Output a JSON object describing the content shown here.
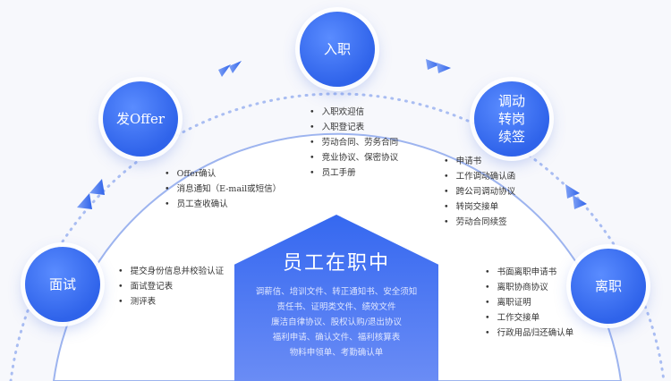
{
  "center": {
    "title": "员工在职中",
    "lines": [
      "调薪信、培训文件、转正通知书、安全须知",
      "责任书、证明类文件、绩效文件",
      "廉洁自律协议、股权认购/退出协议",
      "福利申请、确认文件、福利核算表",
      "物料申领单、考勤确认单"
    ]
  },
  "stages": [
    {
      "label": "面试",
      "items": [
        "提交身份信息并校验认证",
        "面试登记表",
        "测评表"
      ]
    },
    {
      "label": "发Offer",
      "items": [
        "Offer确认",
        "消息通知（E-mail或短信）",
        "员工查收确认"
      ]
    },
    {
      "label": "入职",
      "items": [
        "入职欢迎信",
        "入职登记表",
        "劳动合同、劳务合同",
        "竞业协议、保密协议",
        "员工手册"
      ]
    },
    {
      "label": "调动\n转岗\n续签",
      "items": [
        "申请书",
        "工作调动确认函",
        "跨公司调动协议",
        "转岗交接单",
        "劳动合同续签"
      ]
    },
    {
      "label": "离职",
      "items": [
        "书面离职申请书",
        "离职协商协议",
        "离职证明",
        "工作交接单",
        "行政用品归还确认单"
      ]
    }
  ],
  "colors": {
    "accent": "#2f63ea"
  }
}
